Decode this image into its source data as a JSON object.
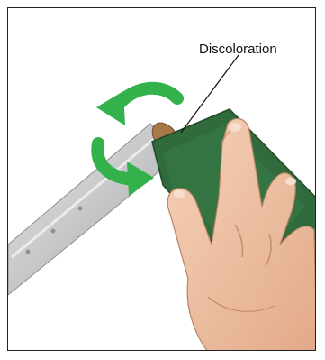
{
  "callout": {
    "label": "Discoloration"
  },
  "illustration": {
    "objects": [
      "rod",
      "scouring-pad",
      "hand",
      "rotation-arrows"
    ],
    "colors": {
      "frame": "#222222",
      "rod": "#c9cacc",
      "discoloration": "#a8774a",
      "pad": "#2f6b3c",
      "skin": "#f1c1a2",
      "arrow": "#33b14a"
    }
  }
}
